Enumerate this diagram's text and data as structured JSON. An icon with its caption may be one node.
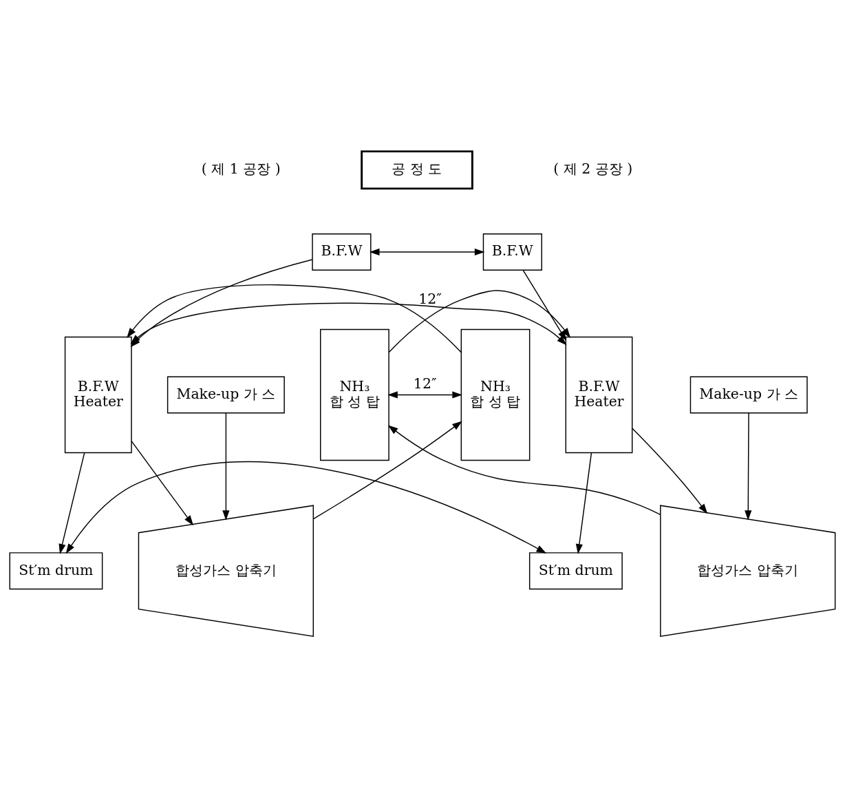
{
  "diagram": {
    "nodes": [
      {
        "text": [
          "공 정 도"
        ]
      },
      {
        "text": [
          "B.F.W"
        ]
      },
      {
        "text": [
          "B.F.W"
        ]
      },
      {
        "text": [
          "B.F.W",
          "Heater"
        ]
      },
      {
        "text": [
          "NH₃",
          "합 성 탑"
        ]
      },
      {
        "text": [
          "St′m drum"
        ]
      },
      {
        "text": [
          "St′m drum"
        ]
      },
      {
        "text": [
          "B.F.W",
          "Heater"
        ]
      },
      {
        "text": [
          "NH₃",
          "합 성 탑"
        ]
      },
      {
        "text": [
          "합성가스 압축기"
        ]
      },
      {
        "text": [
          "합성가스 압축기"
        ]
      },
      {
        "text": [
          "Make-up 가 스"
        ]
      },
      {
        "text": [
          "Make-up 가 스"
        ]
      }
    ],
    "edges": [
      {
        "from": 4,
        "to": 3,
        "arrow": "to"
      },
      {
        "from": 1,
        "to": 3,
        "arrow": "to"
      },
      {
        "from": 3,
        "to": 5,
        "arrow": "to"
      },
      {
        "from": 3,
        "to": 9,
        "arrow": "to"
      },
      {
        "from": 9,
        "to": 4,
        "arrow": "to"
      },
      {
        "from": 11,
        "to": 9,
        "arrow": "to"
      },
      {
        "from": 2,
        "to": 7,
        "arrow": "to"
      },
      {
        "from": 8,
        "to": 7,
        "arrow": "to"
      },
      {
        "from": 7,
        "to": 6,
        "arrow": "to"
      },
      {
        "from": 7,
        "to": 10,
        "arrow": "to"
      },
      {
        "from": 10,
        "to": 8,
        "arrow": "to"
      },
      {
        "from": 12,
        "to": 10,
        "arrow": "to"
      },
      {
        "from": 1,
        "to": 2,
        "arrow": "both"
      },
      {
        "from": 5,
        "to": 6,
        "arrow": "both"
      },
      {
        "from": 3,
        "to": 7,
        "arrow": "both",
        "label": "12″"
      },
      {
        "from": 4,
        "to": 8,
        "arrow": "both",
        "label": "12″"
      }
    ],
    "labels": [
      "( 제 1 공장 )",
      "( 제 2 공장 )"
    ]
  }
}
